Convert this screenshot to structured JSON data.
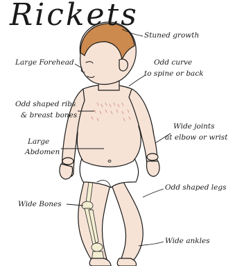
{
  "title": "Rickets",
  "colors": {
    "skin": "#f6e3d6",
    "hair": "#cc8a4f",
    "bone": "#f4eed2",
    "ink": "#1a1a1a",
    "rash": "#d08070"
  },
  "labels": {
    "stunted_growth": "Stuned growth",
    "large_forehead": "Large Forehead",
    "odd_curve_line1": "Odd curve",
    "odd_curve_line2": "to spine or back",
    "odd_ribs_line1": "Odd shaped ribs",
    "odd_ribs_line2": "& breast bones",
    "wide_joints_line1": "Wide joints",
    "wide_joints_line2": "at elbow or wrist",
    "large_abdomen_line1": "Large",
    "large_abdomen_line2": "Abdomen",
    "odd_legs": "Odd shaped legs",
    "wide_bones": "Wide Bones",
    "wide_ankles": "Wide ankles"
  }
}
